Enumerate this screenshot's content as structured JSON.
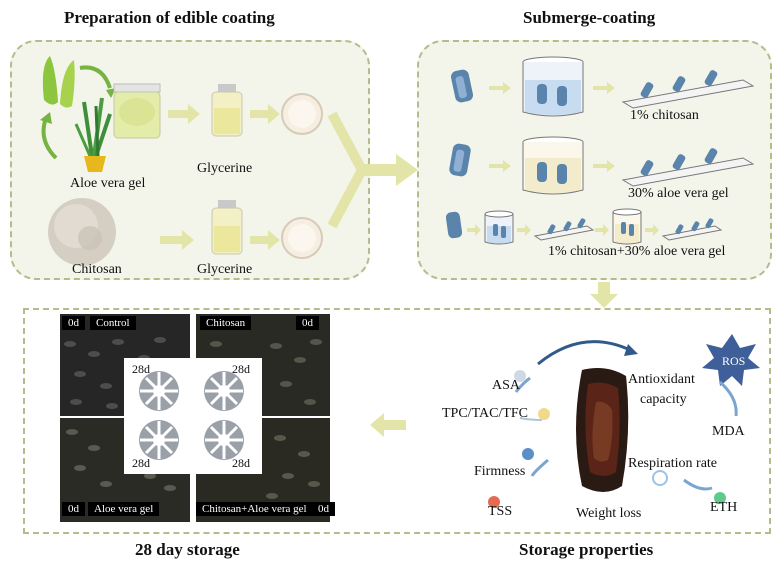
{
  "titles": {
    "preparation": "Preparation of edible coating",
    "submerge": "Submerge-coating",
    "storage": "28 day storage",
    "properties": "Storage properties"
  },
  "preparation": {
    "aloe_label": "Aloe vera gel",
    "chitosan_label": "Chitosan",
    "glycerine_top": "Glycerine",
    "glycerine_bottom": "Glycerine"
  },
  "submerge": {
    "row1_label": "1% chitosan",
    "row2_label": "30% aloe vera gel",
    "row3_label": "1% chitosan+30% aloe vera gel"
  },
  "storage": {
    "q1_day": "0d",
    "q1_name": "Control",
    "q2_name": "Chitosan",
    "q2_day": "0d",
    "q3_day": "0d",
    "q3_name": "Aloe vera gel",
    "q4_name": "Chitosan+Aloe vera gel",
    "q4_day": "0d",
    "inset1": "28d",
    "inset2": "28d",
    "inset3": "28d",
    "inset4": "28d"
  },
  "properties": {
    "ros": "ROS",
    "asa": "ASA",
    "tpc": "TPC/TAC/TFC",
    "antioxidant_1": "Antioxidant",
    "antioxidant_2": "capacity",
    "mda": "MDA",
    "respiration": "Respiration rate",
    "firmness": "Firmness",
    "tss": "TSS",
    "weight_loss": "Weight loss",
    "eth": "ETH"
  },
  "colors": {
    "panel_border": "#b9ba8c",
    "panel_fill": "#f4f5ea",
    "arrow": "#e3e5a8",
    "fruit_blue": "#5b84ad",
    "ros_star": "#3e5f9a"
  }
}
